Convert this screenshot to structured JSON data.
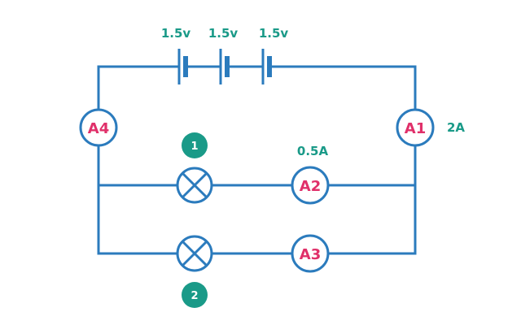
{
  "battery": {
    "cells": [
      {
        "voltage_label": "1.5v"
      },
      {
        "voltage_label": "1.5v"
      },
      {
        "voltage_label": "1.5v"
      }
    ]
  },
  "ammeters": {
    "a1": {
      "label": "A1",
      "reading": "2A"
    },
    "a2": {
      "label": "A2",
      "reading": "0.5A"
    },
    "a3": {
      "label": "A3"
    },
    "a4": {
      "label": "A4"
    }
  },
  "lamps": {
    "lamp1": {
      "badge": "1"
    },
    "lamp2": {
      "badge": "2"
    }
  },
  "colors": {
    "wire": "#2b7bbd",
    "ammeter_text": "#e0306a",
    "accent": "#1a9a88"
  }
}
